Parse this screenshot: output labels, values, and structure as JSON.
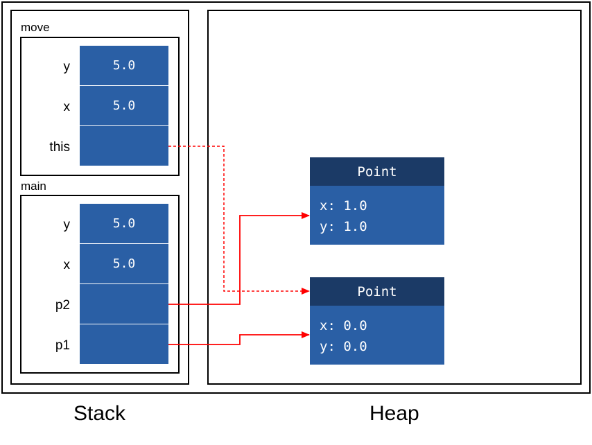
{
  "stack": {
    "title": "Stack",
    "frames": [
      {
        "name": "move",
        "vars": [
          {
            "label": "y",
            "value": "5.0"
          },
          {
            "label": "x",
            "value": "5.0"
          },
          {
            "label": "this",
            "value": ""
          }
        ]
      },
      {
        "name": "main",
        "vars": [
          {
            "label": "y",
            "value": "5.0"
          },
          {
            "label": "x",
            "value": "5.0"
          },
          {
            "label": "p2",
            "value": ""
          },
          {
            "label": "p1",
            "value": ""
          }
        ]
      }
    ]
  },
  "heap": {
    "title": "Heap",
    "objects": [
      {
        "type": "Point",
        "fields": [
          "x: 1.0",
          "y: 1.0"
        ]
      },
      {
        "type": "Point",
        "fields": [
          "x: 0.0",
          "y: 0.0"
        ]
      }
    ]
  },
  "references": [
    {
      "from": "move.this",
      "to": "heap.objects.1",
      "style": "dashed"
    },
    {
      "from": "main.p2",
      "to": "heap.objects.0",
      "style": "solid"
    },
    {
      "from": "main.p1",
      "to": "heap.objects.1",
      "style": "solid"
    }
  ],
  "colors": {
    "cell": "#2a5fa5",
    "object_header": "#1b3a66",
    "arrow": "#ff0000"
  }
}
